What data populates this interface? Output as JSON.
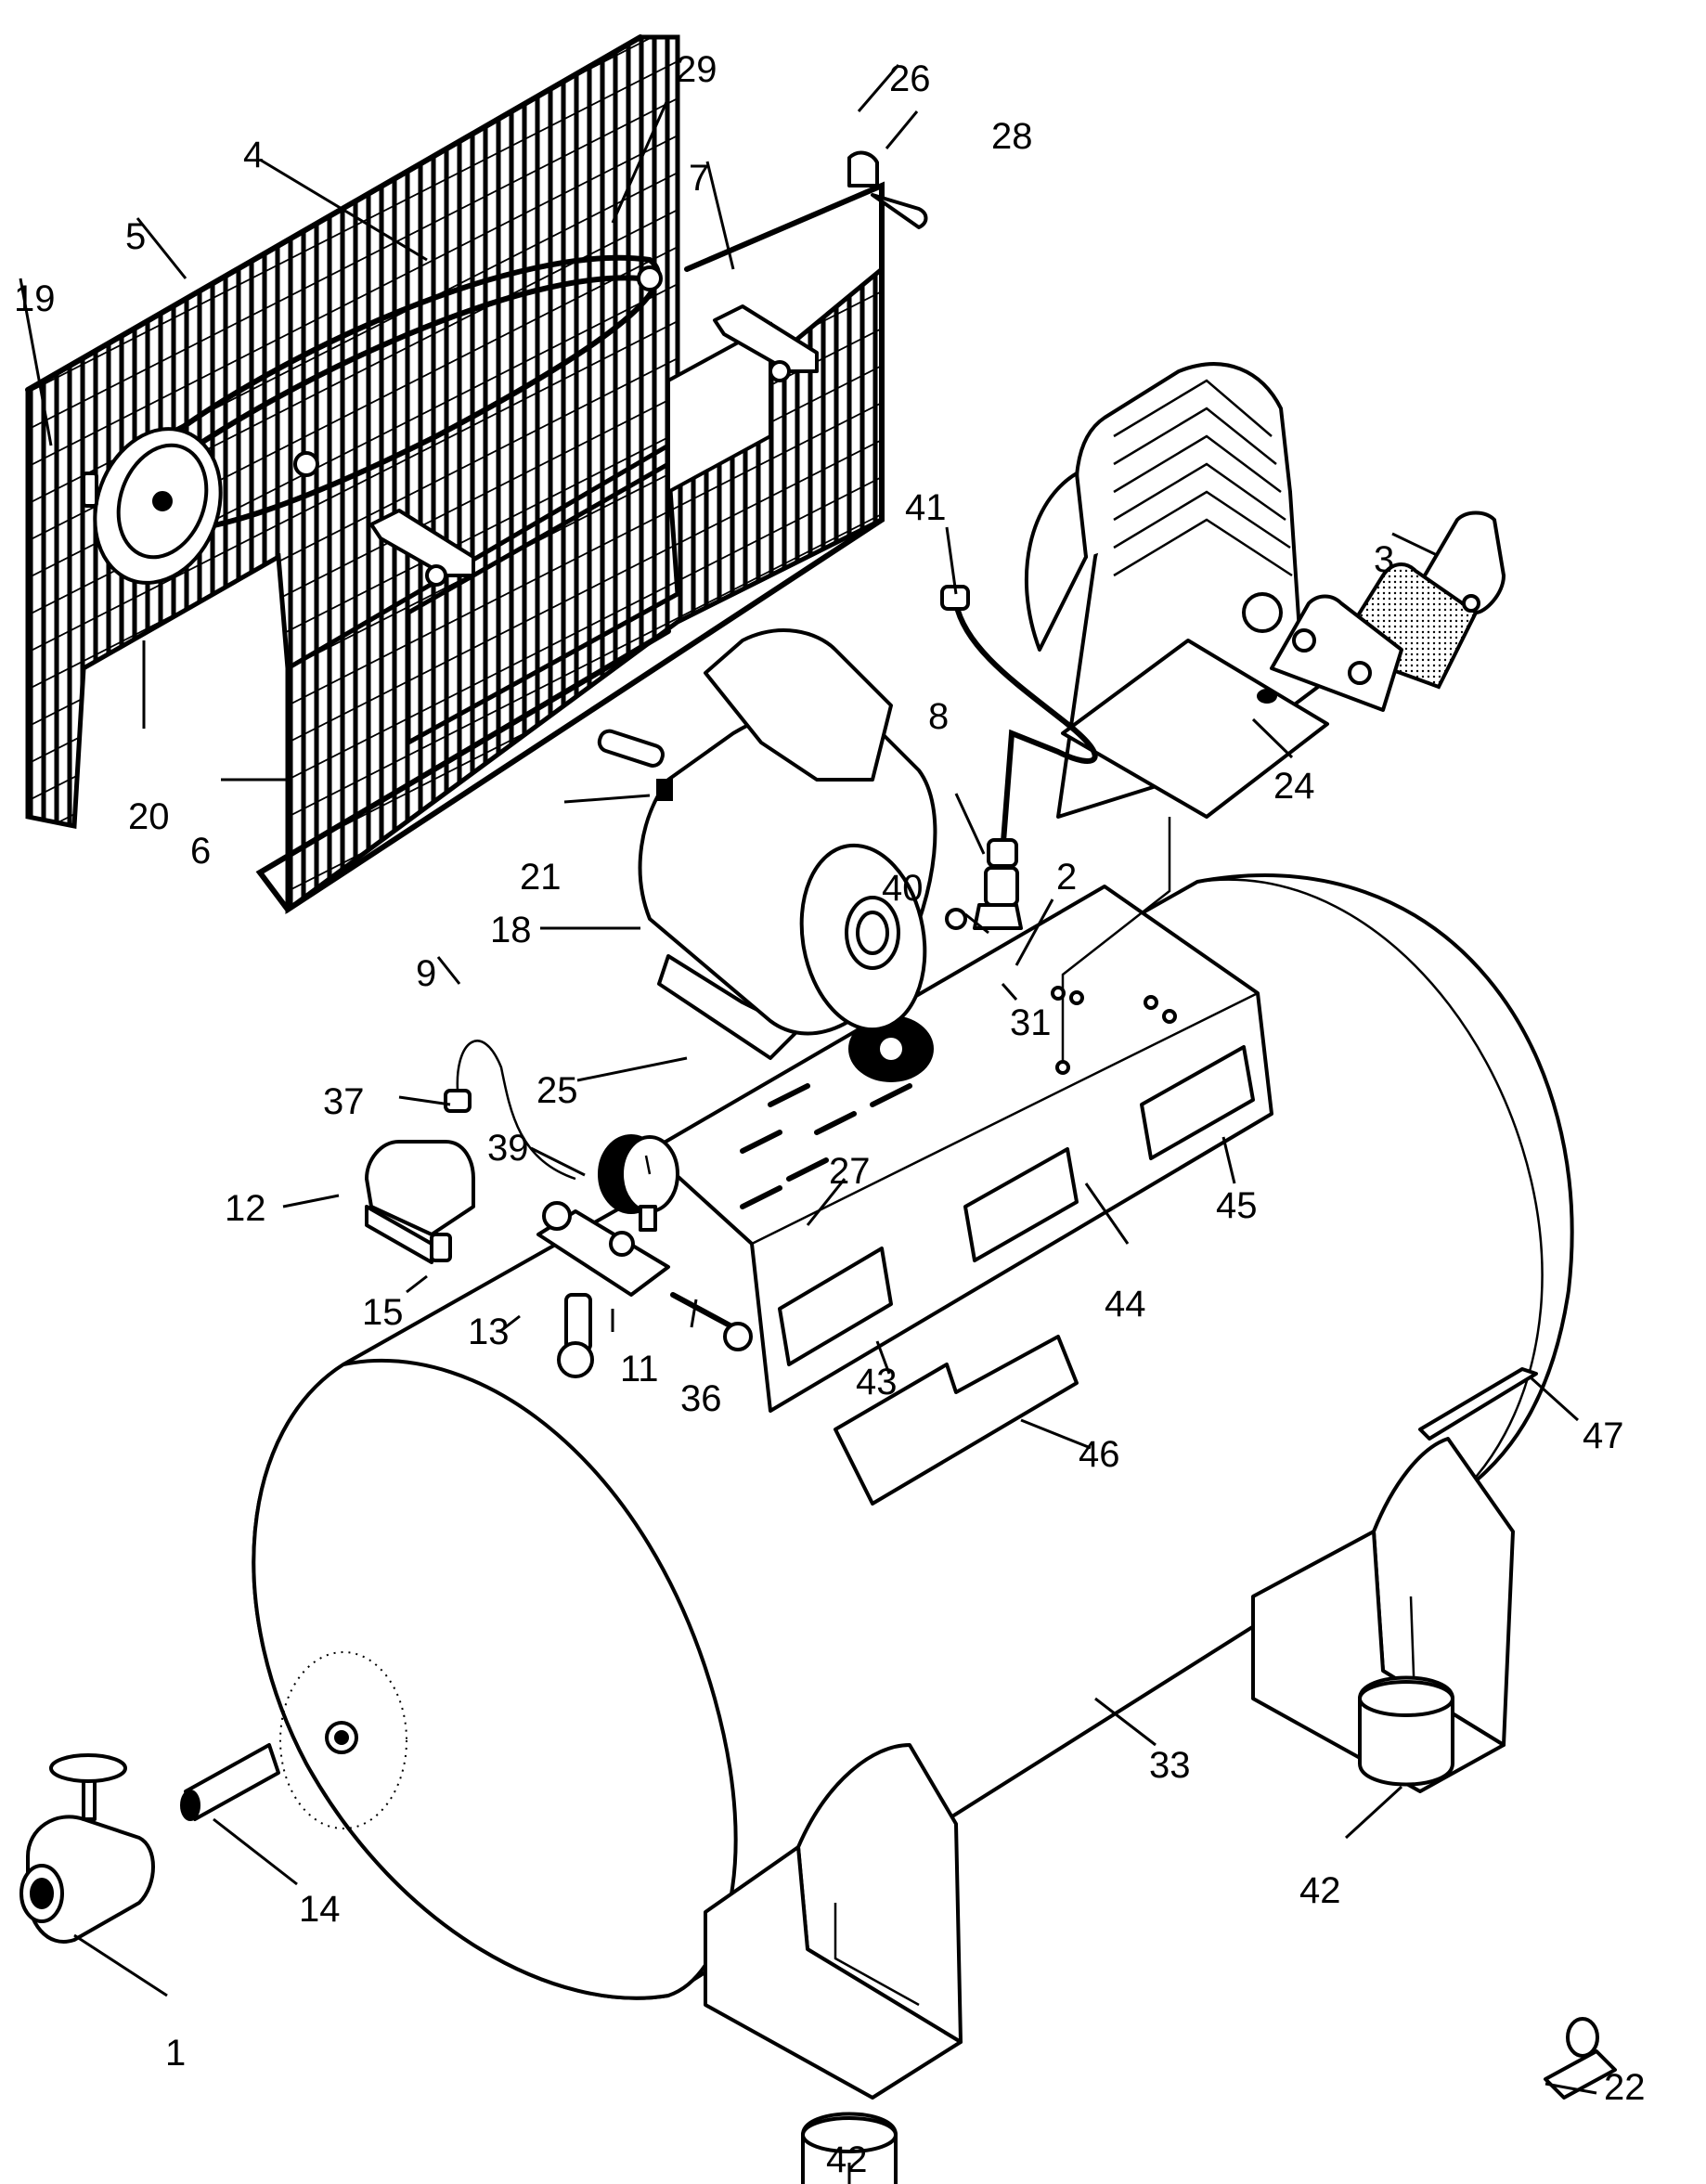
{
  "figure": {
    "type": "exploded-parts-diagram",
    "subject": "Horizontal belt-driven air compressor",
    "colors": {
      "ink": "#000000",
      "paper": "#ffffff"
    }
  },
  "parts": [
    {
      "id": "1",
      "component": "drain valve"
    },
    {
      "id": "2",
      "component": "fitting"
    },
    {
      "id": "3",
      "component": "pump"
    },
    {
      "id": "4",
      "component": "belt"
    },
    {
      "id": "5",
      "component": "belt guard back"
    },
    {
      "id": "6",
      "component": "belt guard front"
    },
    {
      "id": "7",
      "component": "guard bracket"
    },
    {
      "id": "8",
      "component": "outlet tube"
    },
    {
      "id": "9",
      "component": "unloader tube"
    },
    {
      "id": "11",
      "component": "manifold"
    },
    {
      "id": "12",
      "component": "pressure switch"
    },
    {
      "id": "13",
      "component": "nipple"
    },
    {
      "id": "14",
      "component": "nipple"
    },
    {
      "id": "15",
      "component": "fitting"
    },
    {
      "id": "18",
      "component": "motor"
    },
    {
      "id": "19",
      "component": "set screw"
    },
    {
      "id": "20",
      "component": "pulley"
    },
    {
      "id": "21",
      "component": "rotation label"
    },
    {
      "id": "22",
      "component": "foot"
    },
    {
      "id": "24",
      "component": "bolt"
    },
    {
      "id": "25",
      "component": "bolt"
    },
    {
      "id": "26",
      "component": "clip"
    },
    {
      "id": "27",
      "component": "nut"
    },
    {
      "id": "28",
      "component": "screw"
    },
    {
      "id": "29",
      "component": "bolt"
    },
    {
      "id": "31",
      "component": "check valve"
    },
    {
      "id": "33",
      "component": "tank"
    },
    {
      "id": "36",
      "component": "safety valve"
    },
    {
      "id": "37",
      "component": "fitting"
    },
    {
      "id": "39",
      "component": "gauge"
    },
    {
      "id": "40",
      "component": "nut"
    },
    {
      "id": "41",
      "component": "nut"
    },
    {
      "id": "42",
      "component": "rubber foot"
    },
    {
      "id": "43",
      "component": "label"
    },
    {
      "id": "44",
      "component": "label"
    },
    {
      "id": "45",
      "component": "label"
    },
    {
      "id": "46",
      "component": "label"
    },
    {
      "id": "47",
      "component": "label"
    }
  ],
  "callouts": [
    {
      "label": "29",
      "part": "bolt"
    },
    {
      "label": "26",
      "part": "clip"
    },
    {
      "label": "28",
      "part": "screw"
    },
    {
      "label": "4",
      "part": "belt"
    },
    {
      "label": "5",
      "part": "belt-guard-back"
    },
    {
      "label": "7",
      "part": "guard-bracket"
    },
    {
      "label": "19",
      "part": "set-screw"
    },
    {
      "label": "41",
      "part": "nut"
    },
    {
      "label": "3",
      "part": "pump"
    },
    {
      "label": "20",
      "part": "pulley"
    },
    {
      "label": "6",
      "part": "belt-guard-front"
    },
    {
      "label": "8",
      "part": "outlet-tube"
    },
    {
      "label": "24",
      "part": "bolt"
    },
    {
      "label": "21",
      "part": "rotation-label"
    },
    {
      "label": "40",
      "part": "nut"
    },
    {
      "label": "2",
      "part": "fitting"
    },
    {
      "label": "18",
      "part": "motor"
    },
    {
      "label": "31",
      "part": "check-valve"
    },
    {
      "label": "9",
      "part": "unloader-tube"
    },
    {
      "label": "25",
      "part": "bolt"
    },
    {
      "label": "37",
      "part": "fitting"
    },
    {
      "label": "39",
      "part": "gauge"
    },
    {
      "label": "27",
      "part": "nut"
    },
    {
      "label": "45",
      "part": "label"
    },
    {
      "label": "12",
      "part": "pressure-switch"
    },
    {
      "label": "44",
      "part": "label"
    },
    {
      "label": "15",
      "part": "fitting"
    },
    {
      "label": "13",
      "part": "nipple"
    },
    {
      "label": "11",
      "part": "manifold"
    },
    {
      "label": "36",
      "part": "safety-valve"
    },
    {
      "label": "43",
      "part": "label"
    },
    {
      "label": "47",
      "part": "label"
    },
    {
      "label": "46",
      "part": "label"
    },
    {
      "label": "22",
      "part": "foot"
    },
    {
      "label": "33",
      "part": "tank"
    },
    {
      "label": "14",
      "part": "nipple"
    },
    {
      "label": "42",
      "part": "rubber-foot"
    },
    {
      "label": "1",
      "part": "drain-valve"
    },
    {
      "label": "42",
      "part": "rubber-foot"
    }
  ]
}
